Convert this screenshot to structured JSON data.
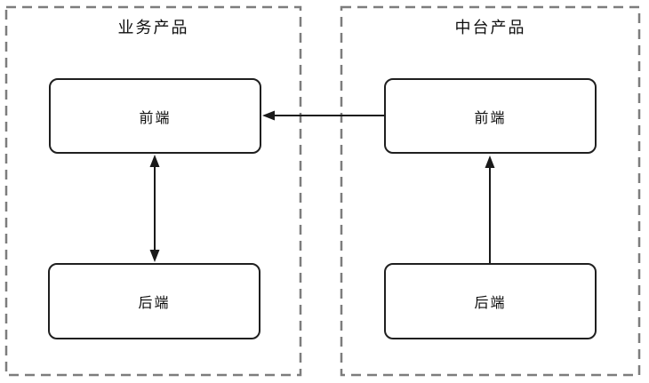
{
  "diagram": {
    "background": "#ffffff",
    "colors": {
      "container_border": "#7d7d7d",
      "box_border": "#1f1f1f",
      "arrow": "#1a1a1a",
      "text": "#0d0d0d"
    },
    "containers": [
      {
        "id": "business-product",
        "title": "业务产品",
        "boxes": [
          {
            "id": "frontend",
            "label": "前端"
          },
          {
            "id": "backend",
            "label": "后端"
          }
        ]
      },
      {
        "id": "middle-platform-product",
        "title": "中台产品",
        "boxes": [
          {
            "id": "frontend",
            "label": "前端"
          },
          {
            "id": "backend",
            "label": "后端"
          }
        ]
      }
    ],
    "connections": [
      {
        "from": "middle-platform-product.frontend",
        "to": "business-product.frontend",
        "direction": "one-way"
      },
      {
        "from": "business-product.frontend",
        "to": "business-product.backend",
        "direction": "two-way"
      },
      {
        "from": "middle-platform-product.backend",
        "to": "middle-platform-product.frontend",
        "direction": "one-way"
      }
    ]
  }
}
